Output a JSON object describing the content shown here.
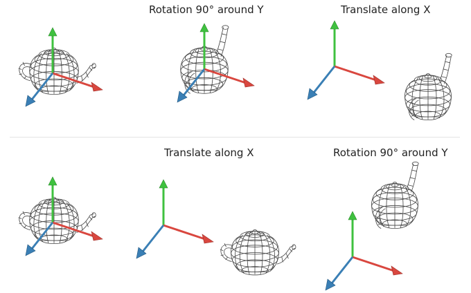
{
  "titles": {
    "top_middle": "Rotation 90° around Y",
    "top_right": "Translate along X",
    "bottom_middle": "Translate along X",
    "bottom_right": "Rotation 90° around Y"
  },
  "colors": {
    "axis_x": "#d9473f",
    "axis_y": "#3fc13f",
    "axis_z": "#3a7fb5",
    "wireframe": "#444444"
  },
  "icons": [
    "teapot-wireframe",
    "coordinate-axes"
  ]
}
